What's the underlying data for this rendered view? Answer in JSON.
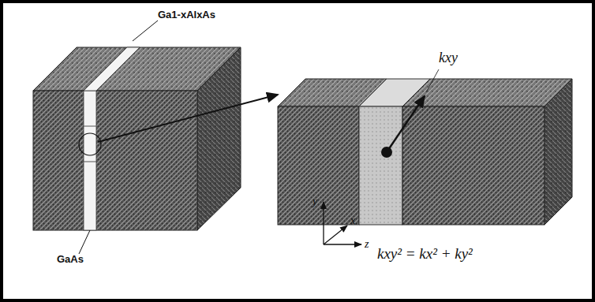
{
  "diagram": {
    "labels": [
      "Ga1-xAlxAs",
      "kxy",
      "y",
      "x",
      "z",
      "kxy² = kx² + ky²",
      "GaAs"
    ]
  }
}
